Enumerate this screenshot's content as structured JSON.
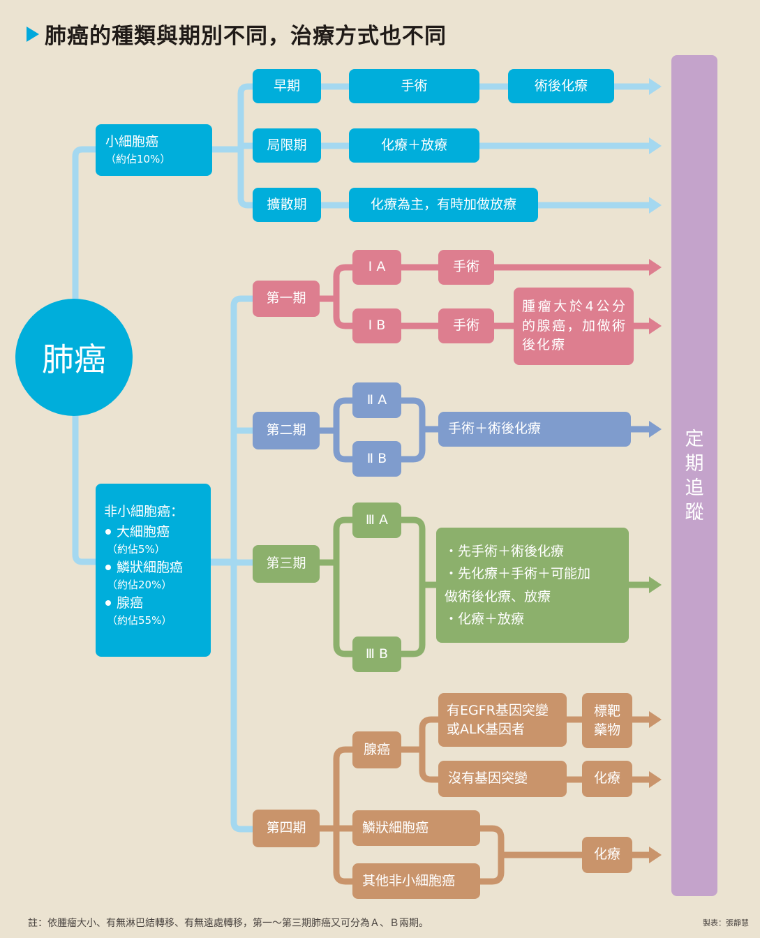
{
  "title": "肺癌的種類與期別不同，治療方式也不同",
  "colors": {
    "background": "#ebe3d1",
    "small_cell": "#00aedb",
    "small_cell_line": "#a4d8f0",
    "stage1": "#dd7e8f",
    "stage2": "#7f9ccd",
    "stage3": "#8cb06c",
    "stage4": "#c9946b",
    "follow_up": "#c4a3cb"
  },
  "root": "肺癌",
  "small_cell": {
    "label": "小細胞癌",
    "percent": "（約佔10%）",
    "stages": [
      {
        "label": "早期",
        "treatments": [
          "手術",
          "術後化療"
        ]
      },
      {
        "label": "局限期",
        "treatments": [
          "化療＋放療"
        ]
      },
      {
        "label": "擴散期",
        "treatments": [
          "化療為主，有時加做放療"
        ]
      }
    ]
  },
  "non_small_cell": {
    "label": "非小細胞癌：",
    "types": [
      {
        "label": "大細胞癌",
        "percent": "（約佔5%）"
      },
      {
        "label": "鱗狀細胞癌",
        "percent": "（約佔20%）"
      },
      {
        "label": "腺癌",
        "percent": "（約佔55%）"
      }
    ]
  },
  "stage1": {
    "label": "第一期",
    "substages": [
      {
        "label": "Ⅰ A",
        "treatment": "手術"
      },
      {
        "label": "Ⅰ B",
        "treatment": "手術",
        "extra": "腫瘤大於4公分的腺癌，加做術後化療"
      }
    ]
  },
  "stage2": {
    "label": "第二期",
    "substages": [
      "Ⅱ A",
      "Ⅱ B"
    ],
    "treatment": "手術＋術後化療"
  },
  "stage3": {
    "label": "第三期",
    "substages": [
      "Ⅲ A",
      "Ⅲ B"
    ],
    "treatments": [
      "・先手術＋術後化療",
      "・先化療＋手術＋可能加",
      "做術後化療、放療",
      "・化療＋放療"
    ]
  },
  "stage4": {
    "label": "第四期",
    "adenocarcinoma": {
      "label": "腺癌",
      "branches": [
        {
          "condition": [
            "有EGFR基因突變",
            "或ALK基因者"
          ],
          "treatment": [
            "標靶",
            "藥物"
          ]
        },
        {
          "condition": [
            "沒有基因突變"
          ],
          "treatment": [
            "化療"
          ]
        }
      ]
    },
    "squamous": "鱗狀細胞癌",
    "other": "其他非小細胞癌",
    "other_treatment": "化療"
  },
  "follow_up": [
    "定",
    "期",
    "追",
    "蹤"
  ],
  "footer": "註：依腫瘤大小、有無淋巴結轉移、有無遠處轉移，第一～第三期肺癌又可分為Ａ、Ｂ兩期。",
  "credit": "製表：張靜慧"
}
